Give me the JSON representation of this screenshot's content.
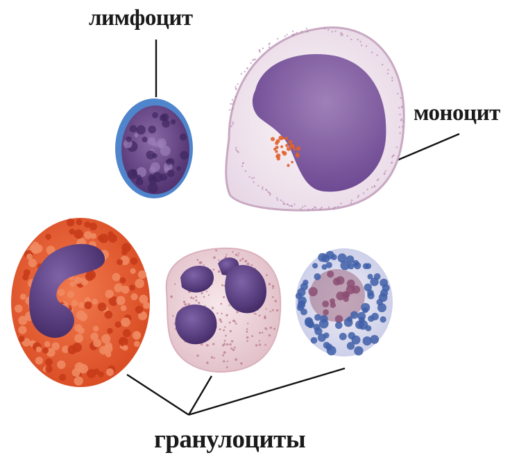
{
  "labels": {
    "lymphocyte": "лимфоцит",
    "monocyte": "моноцит",
    "granulocytes": "гранулоциты"
  },
  "colors": {
    "background": "#ffffff",
    "label_text": "#1a1a1a",
    "leader_line": "#111111",
    "lymph_membrane": "#5a8ac8",
    "lymph_nucleus": "#5e3d7e",
    "mono_cytoplasm": "#efe4ee",
    "mono_nucleus": "#7a5596",
    "eosinophil_cytoplasm": "#e4572e",
    "eosinophil_nucleus": "#5b3a72",
    "neutrophil_cytoplasm": "#efd6dc",
    "neutrophil_nucleus": "#5a3d82",
    "basophil_cytoplasm": "#dfe3f2",
    "basophil_granules": "#3f5fa8"
  }
}
